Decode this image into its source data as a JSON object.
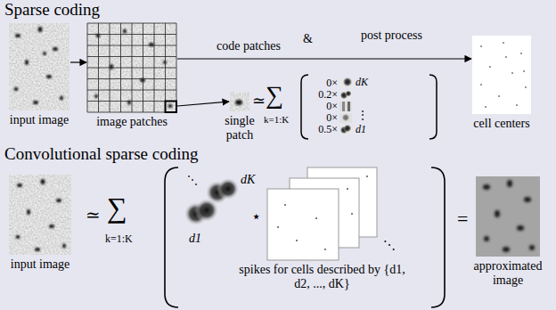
{
  "diagram": {
    "nodes": [
      {
        "text": [
          "input image"
        ]
      },
      {
        "text": [
          "image patches"
        ]
      },
      {
        "text": [
          "single patch"
        ]
      },
      {
        "text": [
          "cell centers"
        ]
      },
      {
        "text": [
          "input image"
        ]
      },
      {
        "text": [
          "spikes for cells described by {d1, d2, ..., dK}"
        ]
      },
      {
        "text": [
          "approximated image"
        ]
      }
    ],
    "edges": [
      {
        "from": 0,
        "to": 1,
        "arrow": "to"
      },
      {
        "from": 1,
        "to": 3,
        "arrow": "to",
        "label": "code patches"
      },
      {
        "from": 1,
        "to": 2,
        "arrow": "to"
      }
    ],
    "labels": [
      "Sparse coding",
      "&",
      "post process",
      "≃",
      "∑",
      "k=1:K",
      "0×",
      "0.2×",
      "0×",
      "0×",
      "0.5×",
      "dK",
      "⋮",
      "d1",
      "Convolutional sparse coding",
      "≃",
      "∑",
      "k=1:K",
      "dK",
      "d1",
      "⋱",
      "⋆",
      "⋱",
      "="
    ]
  }
}
